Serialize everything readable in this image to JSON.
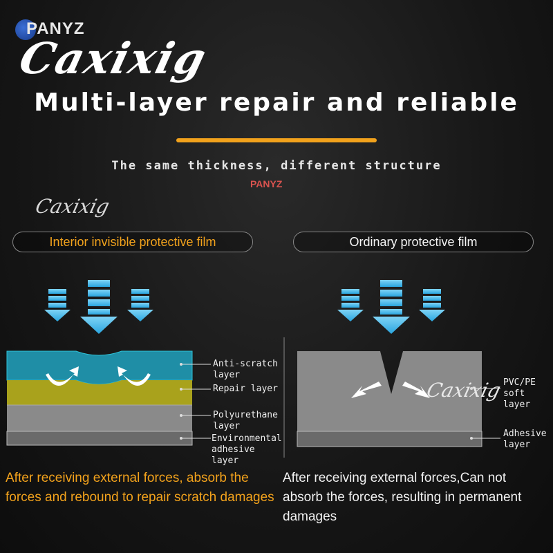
{
  "brand": {
    "prefix": "PANYZ",
    "name": "Caxixig"
  },
  "header": {
    "title": "Multi-layer repair and reliable",
    "subtitle": "The same thickness, different structure",
    "watermark_small": "PANYZ"
  },
  "left": {
    "watermark": "Caxixig",
    "pill_label": "Interior invisible protective film",
    "layers": [
      "Anti-scratch layer",
      "Repair layer",
      "Polyurethane layer",
      "Environmental adhesive layer"
    ],
    "description": "After receiving external forces, absorb the forces and rebound to repair scratch damages"
  },
  "right": {
    "watermark": "Caxixig",
    "pill_label": "Ordinary protective film",
    "layers": [
      "PVC/PE soft layer",
      "Adhesive layer"
    ],
    "description": "After receiving external forces,Can not absorb the forces, resulting in permanent damages"
  },
  "colors": {
    "accent": "#f2a21c",
    "cyan": "#3fb6e8",
    "teal": "#1f8ea6",
    "olive": "#a9a21c",
    "gray": "#8a8a8a"
  }
}
